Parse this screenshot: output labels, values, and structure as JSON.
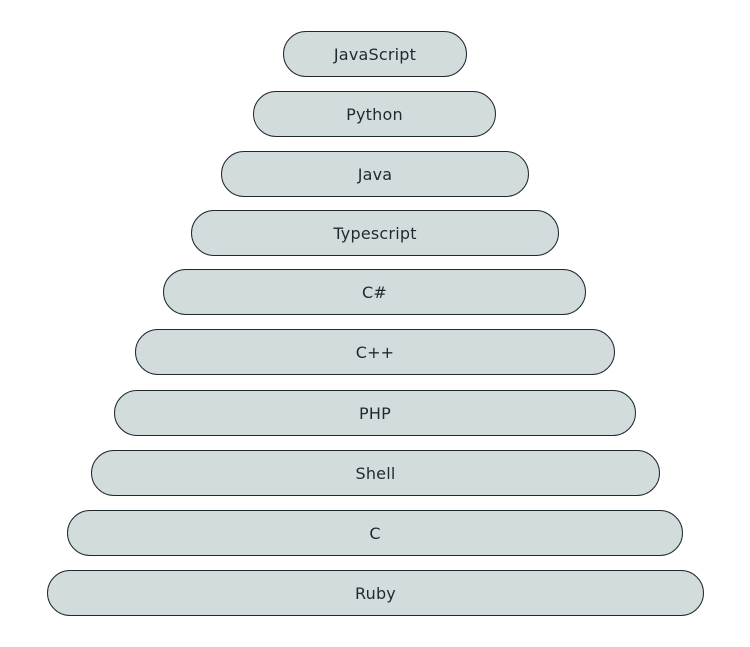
{
  "colors": {
    "fill": "#d3dcdd",
    "border": "#1f2a2f",
    "text": "#1f2a2f",
    "background": "#ffffff"
  },
  "tiers": [
    {
      "label": "JavaScript"
    },
    {
      "label": "Python"
    },
    {
      "label": "Java"
    },
    {
      "label": "Typescript"
    },
    {
      "label": "C#"
    },
    {
      "label": "C++"
    },
    {
      "label": "PHP"
    },
    {
      "label": "Shell"
    },
    {
      "label": "C"
    },
    {
      "label": "Ruby"
    }
  ]
}
